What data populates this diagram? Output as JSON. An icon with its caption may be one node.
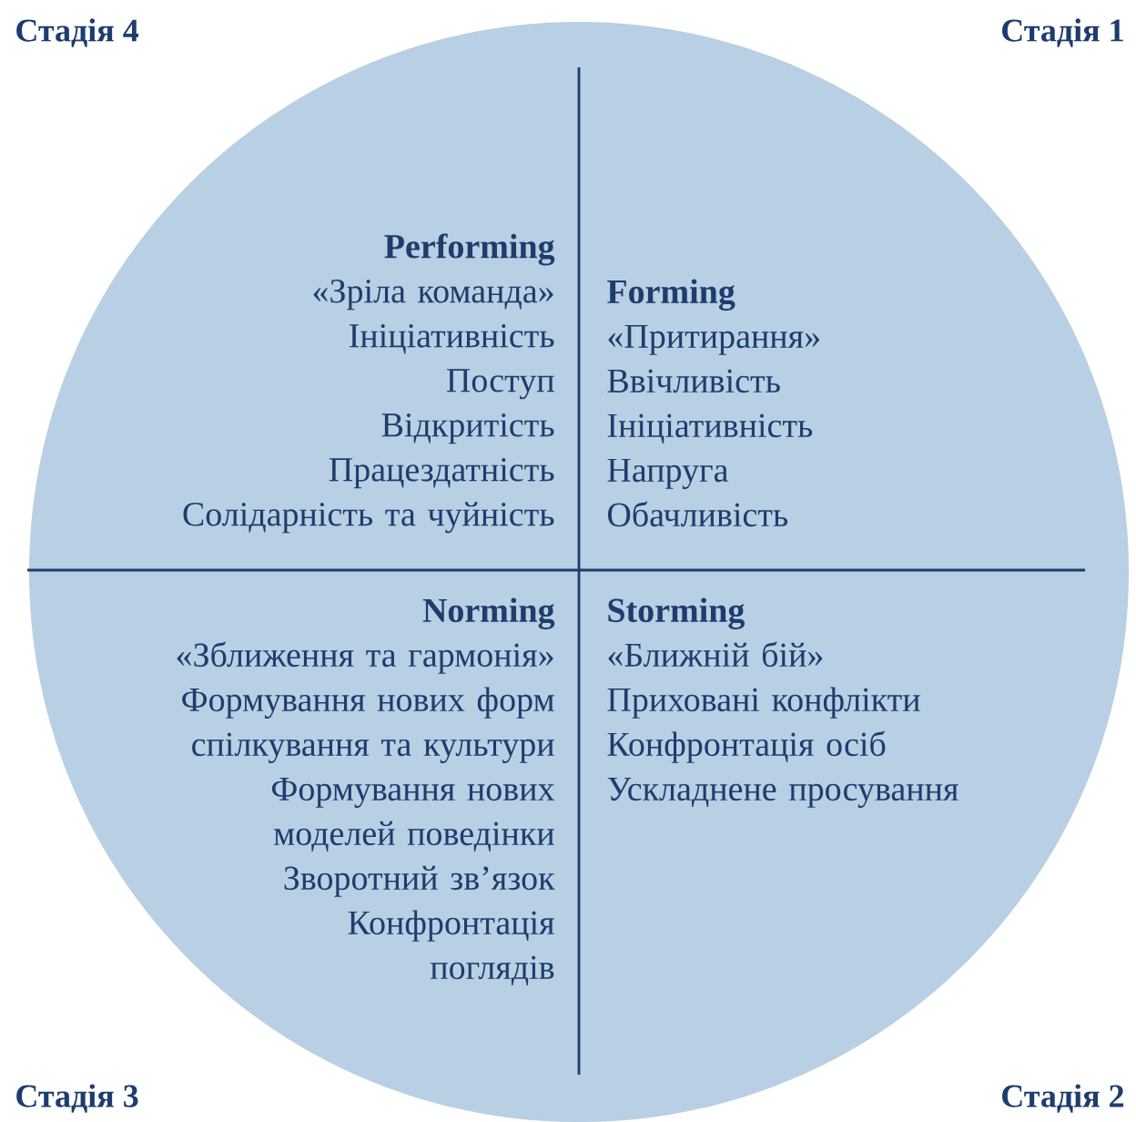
{
  "diagram": {
    "nodes": [
      {
        "text": [],
        "shape": "circle"
      },
      {
        "text": [
          "Performing",
          "«Зріла команда»",
          "Ініціативність",
          "Поступ",
          "Відкритість",
          "Працездатність",
          "Солідарність та чуйність"
        ],
        "in": 0
      },
      {
        "text": [
          "Forming",
          "«Притирання»",
          "Ввічливість",
          "Ініціативність",
          "Напруга",
          "Обачливість"
        ],
        "in": 0
      },
      {
        "text": [
          "Norming",
          "«Зближення та гармонія»",
          "Формування нових форм спілкування та культури",
          "Формування нових моделей поведінки",
          "Зворотний зв’язок",
          "Конфронтація поглядів"
        ],
        "in": 0
      },
      {
        "text": [
          "Storming",
          "«Ближній бій»",
          "Приховані конфлікти",
          "Конфронтація осіб",
          "Ускладнене просування"
        ],
        "in": 0
      }
    ],
    "labels": [
      "Стадія 4",
      "Стадія 1",
      "Стадія 3",
      "Стадія 2"
    ]
  }
}
